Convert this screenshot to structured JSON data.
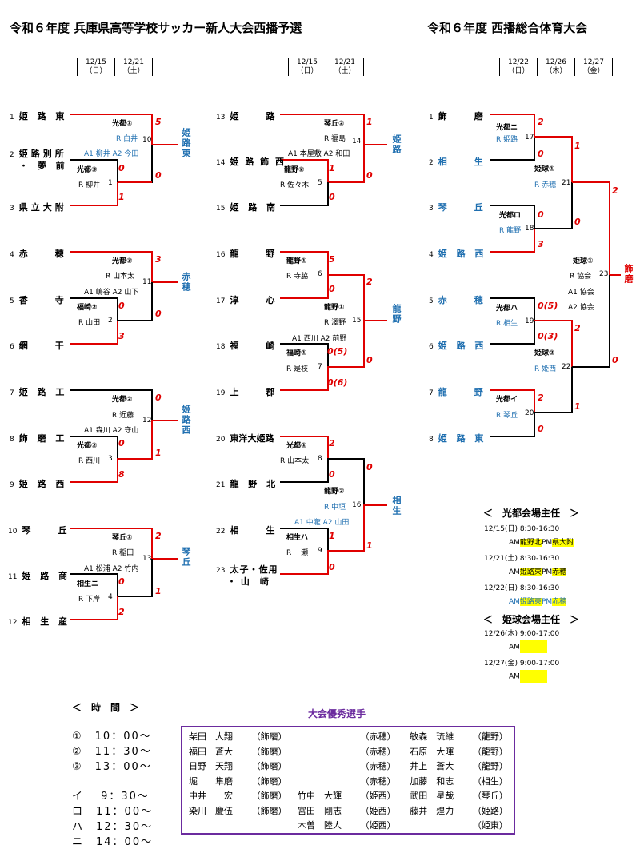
{
  "left_title": "令和６年度 兵庫県高等学校サッカー新人大会西播予選",
  "right_title": "令和６年度 西播総合体育大会",
  "dates_left": [
    [
      "12/15",
      "（日）"
    ],
    [
      "12/21",
      "（土）"
    ]
  ],
  "dates_right": [
    [
      "12/22",
      "（日）"
    ],
    [
      "12/26",
      "（木）"
    ],
    [
      "12/27",
      "（金）"
    ]
  ],
  "col1": {
    "teams": [
      {
        "num": "1",
        "name": "姫 路 東"
      },
      {
        "num": "2",
        "name1": "姫路別所",
        "name2": "・ 夢 前"
      },
      {
        "num": "3",
        "name": "県立大附"
      },
      {
        "num": "4",
        "name": "赤　　穂"
      },
      {
        "num": "5",
        "name": "香　　寺"
      },
      {
        "num": "6",
        "name": "網　　干"
      },
      {
        "num": "7",
        "name": "姫 路 工"
      },
      {
        "num": "8",
        "name": "飾 磨 工"
      },
      {
        "num": "9",
        "name": "姫 路 西"
      },
      {
        "num": "10",
        "name": "琴　　丘"
      },
      {
        "num": "11",
        "name": "姫 路 商"
      },
      {
        "num": "12",
        "name": "相 生 産"
      }
    ],
    "g1": {
      "venue": "光都①",
      "ref": "R 白井",
      "assist": "A1 柳井 A2 今田",
      "no": "10",
      "s1": "5",
      "s2": "0",
      "winner": "姫路東"
    },
    "g1a": {
      "venue": "光都③",
      "ref": "R 柳井",
      "no": "1",
      "s1": "0",
      "s2": "1"
    },
    "g2": {
      "venue": "光都③",
      "ref": "R 山本太",
      "assist": "A1 嶋谷 A2 山下",
      "no": "11",
      "s1": "3",
      "s2": "0",
      "winner": "赤穂"
    },
    "g2a": {
      "venue": "福崎②",
      "ref": "R 山田",
      "no": "2",
      "s1": "0",
      "s2": "3"
    },
    "g3": {
      "venue": "光都②",
      "ref": "R 近藤",
      "assist": "A1 森川 A2 守山",
      "no": "12",
      "s1": "0",
      "s2": "1",
      "winner": "姫路西"
    },
    "g3a": {
      "venue": "光都②",
      "ref": "R 西川",
      "no": "3",
      "s1": "0",
      "s2": "8"
    },
    "g4": {
      "venue": "琴丘①",
      "ref": "R 稲田",
      "assist": "A1 松浦 A2 竹内",
      "no": "13",
      "s1": "2",
      "s2": "1",
      "winner": "琴丘"
    },
    "g4a": {
      "venue": "相生ニ",
      "ref": "R 下岸",
      "no": "4",
      "s1": "0",
      "s2": "2"
    }
  },
  "col2": {
    "teams": [
      {
        "num": "13",
        "name": "姫　　路"
      },
      {
        "num": "14",
        "name": "姫 路 飾 西"
      },
      {
        "num": "15",
        "name": "姫 路 南"
      },
      {
        "num": "16",
        "name": "龍　　野"
      },
      {
        "num": "17",
        "name": "淳　　心"
      },
      {
        "num": "18",
        "name": "福　　崎"
      },
      {
        "num": "19",
        "name": "上　　郡"
      },
      {
        "num": "20",
        "name": "東洋大姫路"
      },
      {
        "num": "21",
        "name": "龍 野 北"
      },
      {
        "num": "22",
        "name": "相　　生"
      },
      {
        "num": "23",
        "name1": "太子・佐用",
        "name2": "・ 山　崎"
      }
    ],
    "g5": {
      "venue": "琴丘②",
      "ref": "R 福島",
      "assist": "A1 本屋敷 A2 和田",
      "no": "14",
      "s1": "1",
      "s2": "0",
      "winner": "姫路"
    },
    "g5a": {
      "venue": "龍野②",
      "ref": "R 佐々木",
      "no": "5",
      "s1": "1",
      "s2": "0"
    },
    "g6": {
      "venue": "龍野①",
      "ref": "R 寺脇",
      "no": "6",
      "s1": "5",
      "s2": "0"
    },
    "g6b": {
      "venue": "龍野①",
      "ref": "R 澤野",
      "assist": "A1 西川 A2 前野",
      "no": "15",
      "s1": "2",
      "s2": "0",
      "winner": "龍野"
    },
    "g7": {
      "venue": "福崎①",
      "ref": "R 是枝",
      "no": "7",
      "s1": "0(5)",
      "s2": "0(6)"
    },
    "g8": {
      "venue": "光都①",
      "ref": "R 山本太",
      "no": "8",
      "s1": "2",
      "s2": "0"
    },
    "g8b": {
      "venue": "龍野②",
      "ref": "R 中垣",
      "assist": "A1 中瀧 A2 山田",
      "no": "16",
      "s1": "0",
      "s2": "1",
      "winner": "相生"
    },
    "g9": {
      "venue": "相生ハ",
      "ref": "R 一瀬",
      "no": "9",
      "s1": "1",
      "s2": "0"
    }
  },
  "col3": {
    "teams": [
      {
        "num": "1",
        "name": "飾　　磨"
      },
      {
        "num": "2",
        "name": "相　　生"
      },
      {
        "num": "3",
        "name": "琴　　丘"
      },
      {
        "num": "4",
        "name": "姫 路 西"
      },
      {
        "num": "5",
        "name": "赤　　穂"
      },
      {
        "num": "6",
        "name": "姫 路 西"
      },
      {
        "num": "7",
        "name": "龍　　野"
      },
      {
        "num": "8",
        "name": "姫 路 東"
      }
    ],
    "h17": {
      "venue": "光都ニ",
      "ref": "R 姫路",
      "no": "17",
      "s1": "2",
      "s2": "0"
    },
    "h18": {
      "venue": "光都ロ",
      "ref": "R 龍野",
      "no": "18",
      "s1": "0",
      "s2": "3"
    },
    "h21": {
      "venue": "姫球①",
      "ref": "R 赤穂",
      "no": "21",
      "s1": "1",
      "s2": "0"
    },
    "h19": {
      "venue": "光都ハ",
      "ref": "R 相生",
      "no": "19",
      "s1": "0(5)",
      "s2": "0(3)"
    },
    "h20": {
      "venue": "光都イ",
      "ref": "R 琴丘",
      "no": "20",
      "s1": "2",
      "s2": "0"
    },
    "h22": {
      "venue": "姫球②",
      "ref": "R 姫西",
      "no": "22",
      "s1": "2",
      "s2": "1"
    },
    "h23": {
      "venue": "姫球①",
      "ref": "R 協会",
      "a1": "A1 協会",
      "a2": "A2 協会",
      "no": "23",
      "s1": "2",
      "s2": "0",
      "winner": "飾磨"
    }
  },
  "schedule": {
    "koto_title": "＜　光都会場主任　＞",
    "koto": [
      {
        "date": "12/15(日) 8:30-16:30",
        "am": "龍野北",
        "pm": "県大附"
      },
      {
        "date": "12/21(土) 8:30-16:30",
        "am": "姫路東",
        "pm": "赤穂"
      },
      {
        "date": "12/22(日) 8:30-16:30",
        "am": "姫路東",
        "pm": "赤穂"
      }
    ],
    "himekyu_title": "＜　姫球会場主任　＞",
    "himekyu": [
      {
        "date": "12/26(木) 9:00-17:00",
        "am": ""
      },
      {
        "date": "12/27(金) 9:00-17:00",
        "am": ""
      }
    ],
    "am": "AM",
    "pm": "PM"
  },
  "times": {
    "title": "＜　時　間　＞",
    "rows": [
      "①　10：00～",
      "②　11：30～",
      "③　13：00～",
      "",
      "イ　 9：30～",
      "ロ　11：00～",
      "ハ　12：30～",
      "ニ　14：00～"
    ]
  },
  "awards": {
    "title": "大会優秀選手",
    "rows": [
      [
        "柴田　大翔",
        "（飾磨）",
        "",
        "（赤穂）",
        "敏森　琉維",
        "（龍野）"
      ],
      [
        "福田　蒼大",
        "（飾磨）",
        "",
        "（赤穂）",
        "石原　大暉",
        "（龍野）"
      ],
      [
        "日野　天翔",
        "（飾磨）",
        "",
        "（赤穂）",
        "井上　蒼大",
        "（龍野）"
      ],
      [
        "堀　　隼磨",
        "（飾磨）",
        "",
        "（赤穂）",
        "加藤　和志",
        "（相生）"
      ],
      [
        "中井　　宏",
        "（飾磨）",
        "竹中　大輝",
        "（姫西）",
        "武田　星哉",
        "（琴丘）"
      ],
      [
        "染川　慶伍",
        "（飾磨）",
        "宮田　剛志",
        "（姫西）",
        "藤井　煌力",
        "（姫路）"
      ],
      [
        "",
        "",
        "木曽　陸人",
        "（姫西）",
        "",
        "（姫東）"
      ]
    ]
  }
}
